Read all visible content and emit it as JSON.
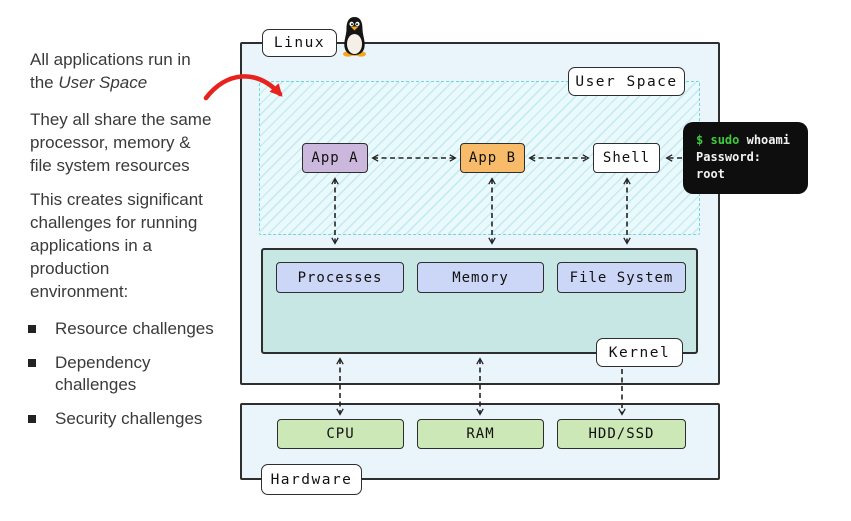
{
  "left_panel": {
    "para1_line1": "All applications run in",
    "para1_line2_prefix": "the ",
    "para1_line2_italic": "User Space",
    "para2_lines": [
      "They all share the same",
      "processor, memory &",
      "file system resources"
    ],
    "para3_lines": [
      "This creates significant",
      "challenges for running",
      "applications in a",
      "production",
      "environment:"
    ],
    "bullets": [
      "Resource challenges",
      "Dependency challenges",
      "Security challenges"
    ]
  },
  "diagram": {
    "linux_label": "Linux",
    "user_space_label": "User Space",
    "kernel_label": "Kernel",
    "hardware_label": "Hardware",
    "tux_icon": "tux-penguin",
    "apps": {
      "app_a": "App A",
      "app_b": "App B",
      "shell": "Shell"
    },
    "kernel_components": [
      "Processes",
      "Memory",
      "File System"
    ],
    "hardware_components": [
      "CPU",
      "RAM",
      "HDD/SSD"
    ],
    "terminal": {
      "prompt": "$",
      "command": "sudo",
      "argument": "whoami",
      "line2": "Password:",
      "line3": "root"
    },
    "colors": {
      "app_a_fill": "#cbb8dc",
      "app_b_fill": "#f7bb69",
      "shell_fill": "#ffffff",
      "kernel_fill": "#c7e7e4",
      "kernel_component_fill": "#ccd6f6",
      "hardware_component_fill": "#cbe8b6",
      "layer_fill": "#eaf4fb",
      "userspace_hatch": "#c9ecf2",
      "terminal_green": "#3ecb3e",
      "annotation_red": "#e8231d"
    }
  }
}
